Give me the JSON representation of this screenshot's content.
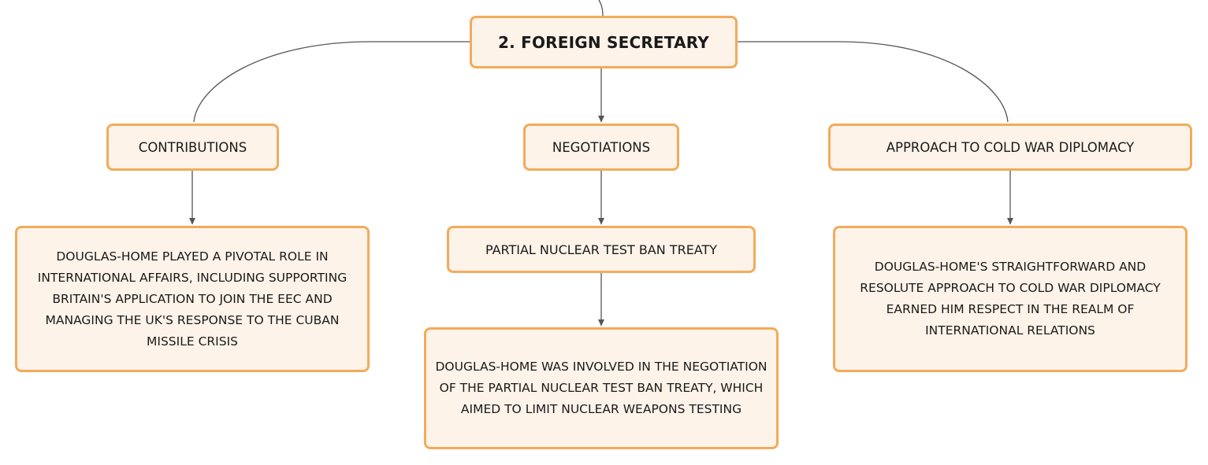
{
  "diagram": {
    "root": {
      "label": "2. FOREIGN SECRETARY"
    },
    "categories": {
      "contributions": {
        "label": "CONTRIBUTIONS"
      },
      "negotiations": {
        "label": "NEGOTIATIONS"
      },
      "cold_war": {
        "label": "APPROACH TO COLD WAR DIPLOMACY"
      }
    },
    "details": {
      "contributions": "DOUGLAS-HOME PLAYED A PIVOTAL ROLE IN INTERNATIONAL AFFAIRS, INCLUDING SUPPORTING BRITAIN'S APPLICATION TO JOIN THE EEC AND MANAGING THE UK'S RESPONSE TO THE CUBAN MISSILE CRISIS",
      "treaty": "PARTIAL NUCLEAR TEST BAN TREATY",
      "negotiations": "DOUGLAS-HOME WAS INVOLVED IN THE NEGOTIATION OF THE PARTIAL NUCLEAR TEST BAN TREATY, WHICH AIMED TO LIMIT NUCLEAR WEAPONS TESTING",
      "cold_war": "DOUGLAS-HOME'S STRAIGHTFORWARD AND RESOLUTE APPROACH TO COLD WAR DIPLOMACY EARNED HIM RESPECT IN THE REALM OF INTERNATIONAL RELATIONS"
    },
    "colors": {
      "node_fill": "#fdf3e9",
      "node_border": "#f2ab5b",
      "connector": "#555555",
      "text": "#1a1a1a"
    }
  }
}
